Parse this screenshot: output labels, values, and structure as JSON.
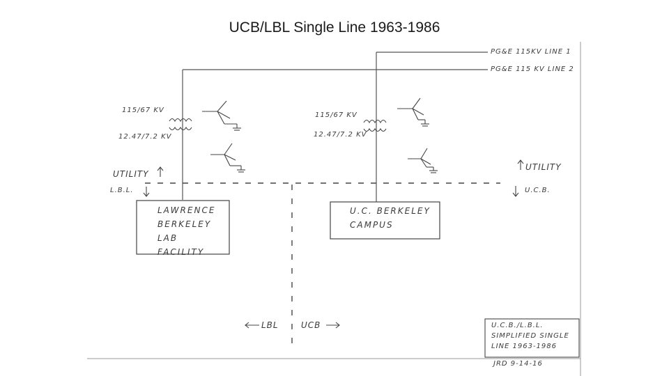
{
  "title": "UCB/LBL Single Line 1963-1986",
  "feeds": {
    "line1": "PG&E 115KV LINE 1",
    "line2": "PG&E 115 KV LINE 2"
  },
  "transformer_left": {
    "primary": "115/67 KV",
    "secondary": "12.47/7.2 KV"
  },
  "transformer_right": {
    "primary": "115/67 KV",
    "secondary": "12.47/7.2 KV"
  },
  "boundary": {
    "left_utility": "UTILITY",
    "left_owner": "L.B.L.",
    "right_utility": "UTILITY",
    "right_owner": "U.C.B."
  },
  "loads": {
    "lbl": "LAWRENCE\nBERKELEY\nLAB\nFACILITY",
    "ucb": "U.C. BERKELEY\nCAMPUS"
  },
  "divider": {
    "left": "LBL",
    "right": "UCB"
  },
  "title_block": {
    "line1": "U.C.B./L.B.L.",
    "line2": "SIMPLIFIED SINGLE",
    "line3": "LINE 1963-1986",
    "signature": "JRD 9-14-16"
  },
  "colors": {
    "ink": "#3a3a3a",
    "pencil": "#555555",
    "paper_edge": "#9a9a9a"
  }
}
